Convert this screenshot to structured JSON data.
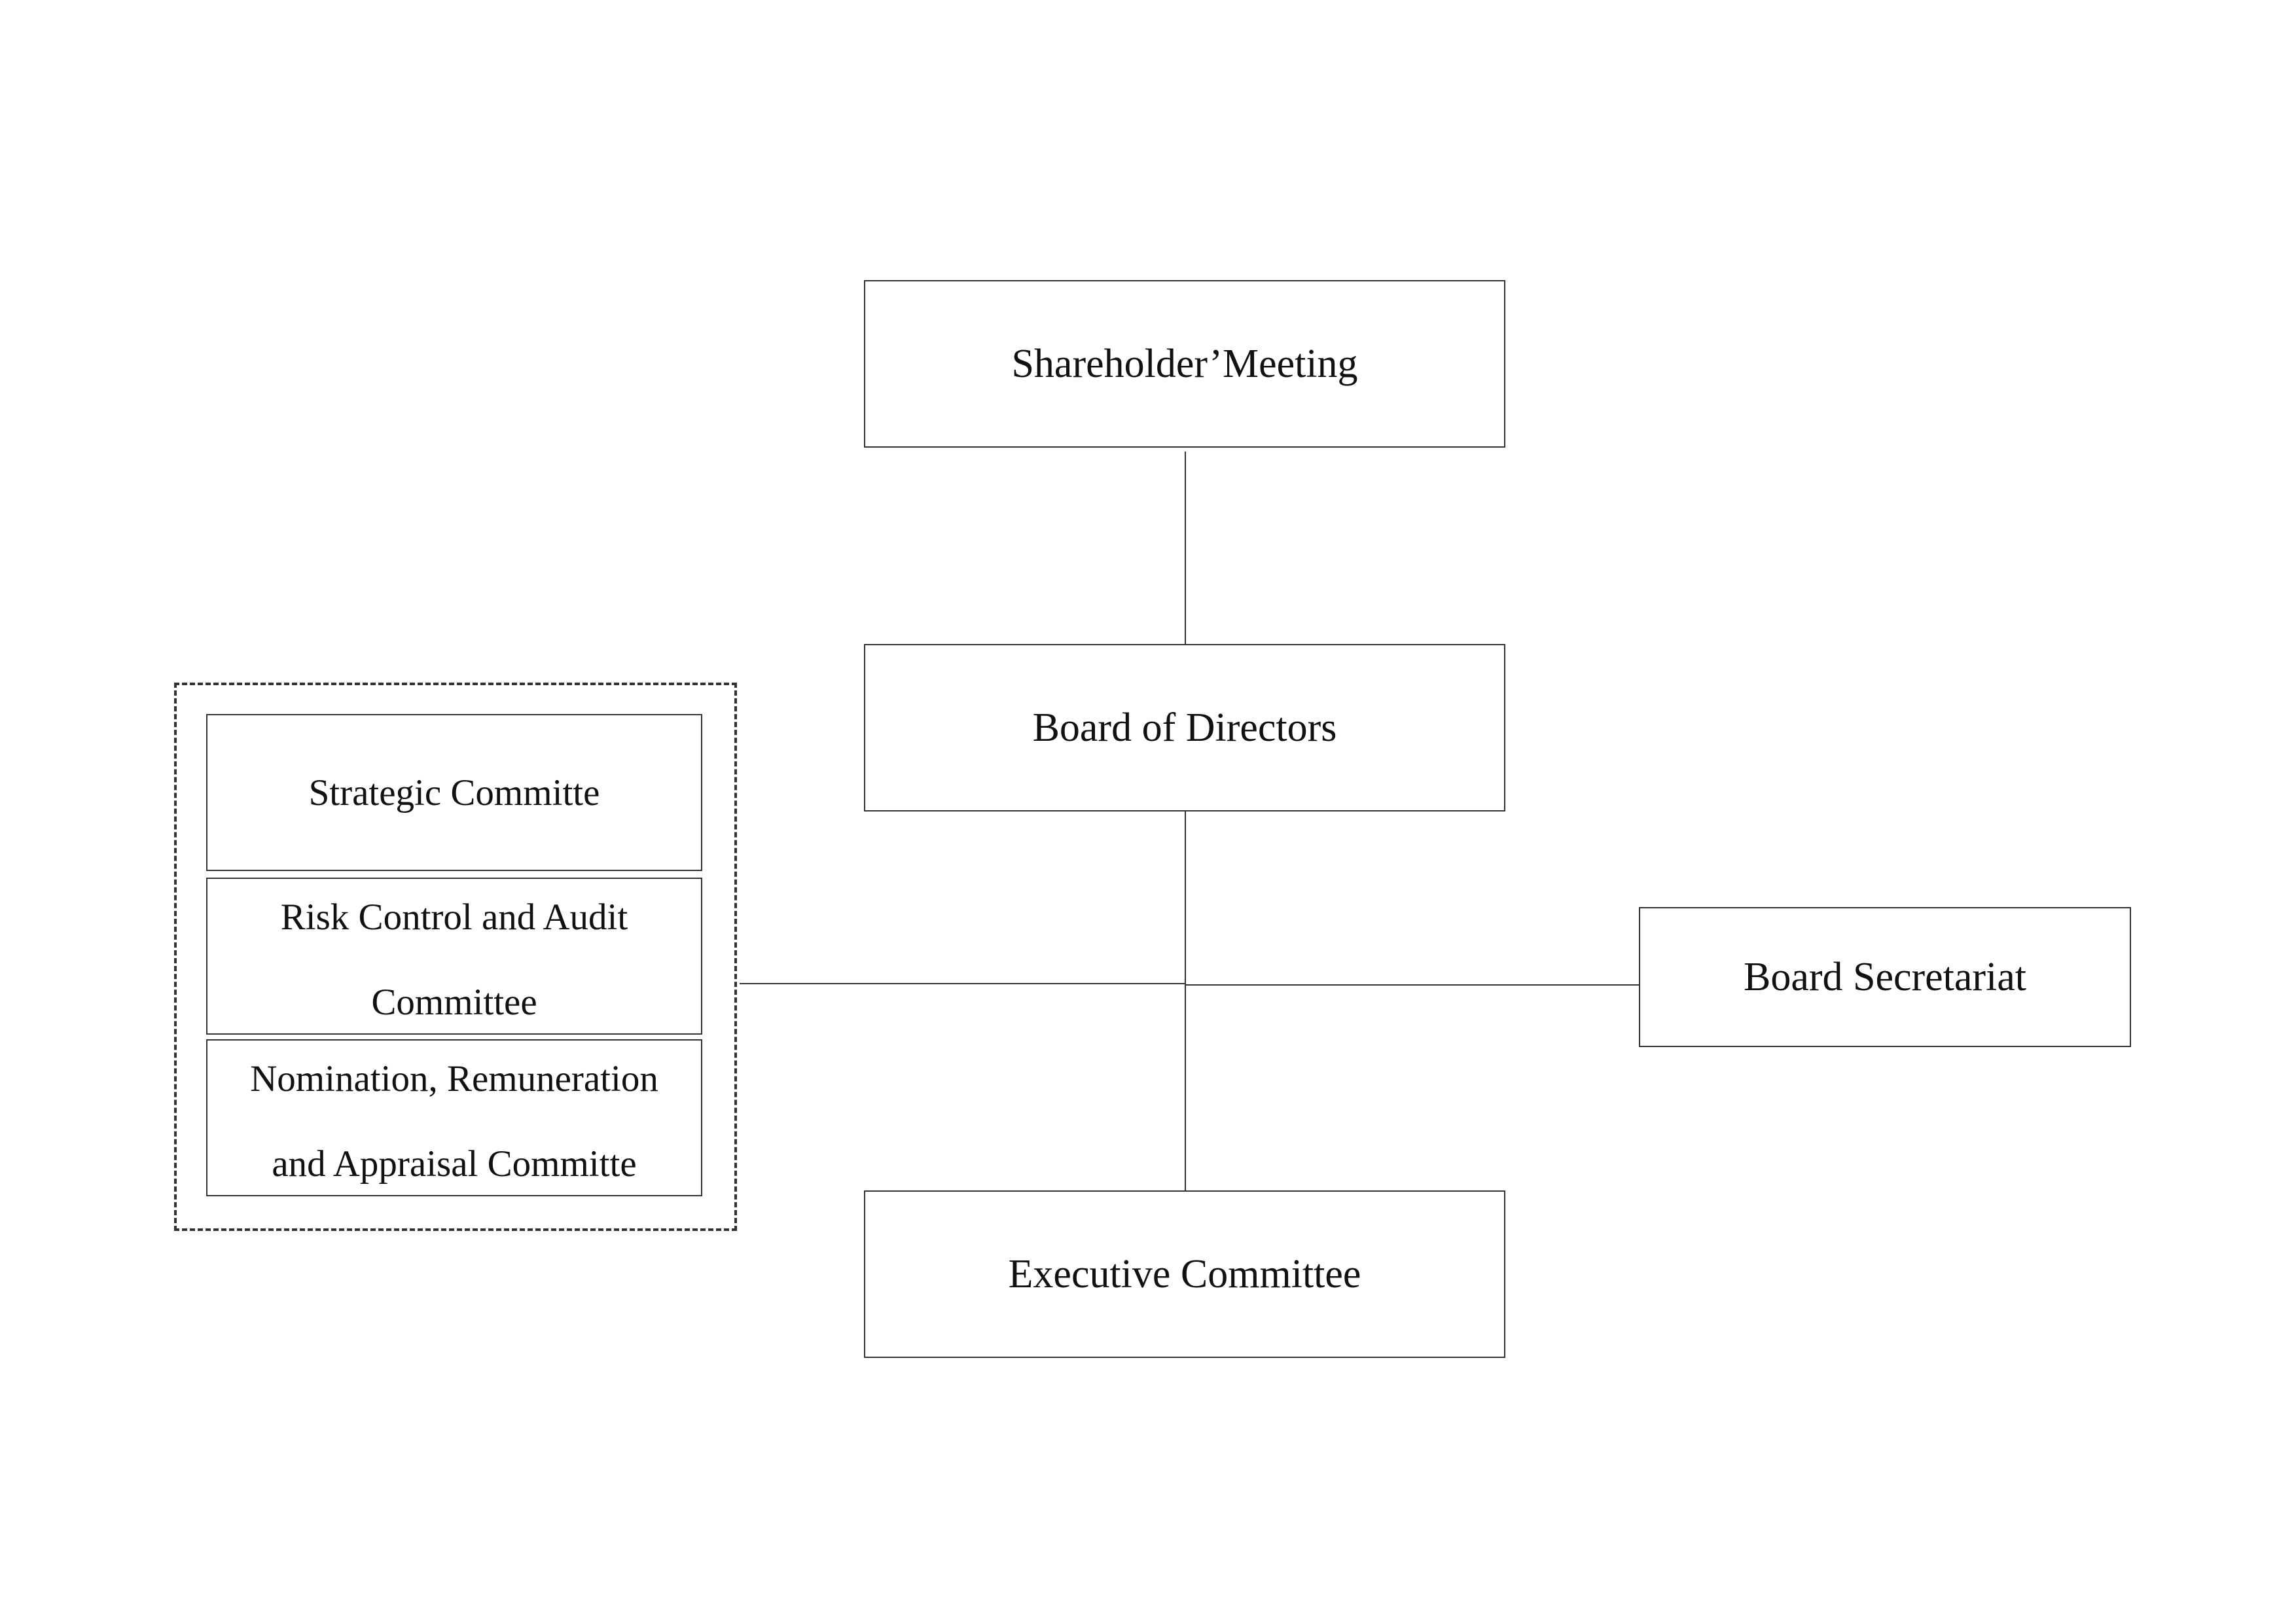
{
  "diagram": {
    "nodes": {
      "shareholders_meeting": "Shareholder’Meeting",
      "board_of_directors": "Board of Directors",
      "board_secretariat": "Board Secretariat",
      "executive_committee": "Executive Committee"
    },
    "committees": [
      "Strategic Committe",
      "Risk Control and Audit Committee",
      "Nomination, Remuneration and Appraisal Committe"
    ],
    "edges": [
      {
        "from": "shareholders_meeting",
        "to": "board_of_directors"
      },
      {
        "from": "board_of_directors",
        "to": "executive_committee"
      },
      {
        "from": "board_of_directors",
        "to": "board_secretariat"
      },
      {
        "from": "board_of_directors",
        "to": "committees"
      }
    ]
  }
}
